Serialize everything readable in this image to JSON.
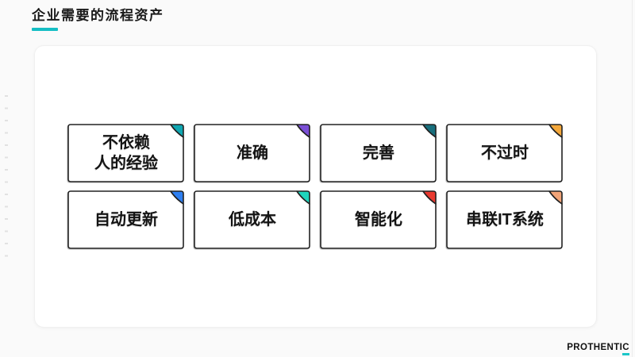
{
  "header": {
    "title": "企业需要的流程资产",
    "accent_color": "#15bec4"
  },
  "cards": {
    "items": [
      {
        "label": "不依赖\n人的经验",
        "fold_color": "#0fa7b2"
      },
      {
        "label": "准确",
        "fold_color": "#7b4fd6"
      },
      {
        "label": "完善",
        "fold_color": "#186f7d"
      },
      {
        "label": "不过时",
        "fold_color": "#f4a83b"
      },
      {
        "label": "自动更新",
        "fold_color": "#2e7ff1"
      },
      {
        "label": "低成本",
        "fold_color": "#1fd6bd"
      },
      {
        "label": "智能化",
        "fold_color": "#e93a30"
      },
      {
        "label": "串联IT系统",
        "fold_color": "#f2a478"
      }
    ]
  },
  "footer": {
    "brand_prefix": "PROTHENTI",
    "brand_last": "C",
    "brand_accent_color": "#1cc6c8"
  },
  "colors": {
    "page_background": "#fafafa",
    "card_background": "#ffffff",
    "note_border": "#222222",
    "text": "#141414"
  }
}
